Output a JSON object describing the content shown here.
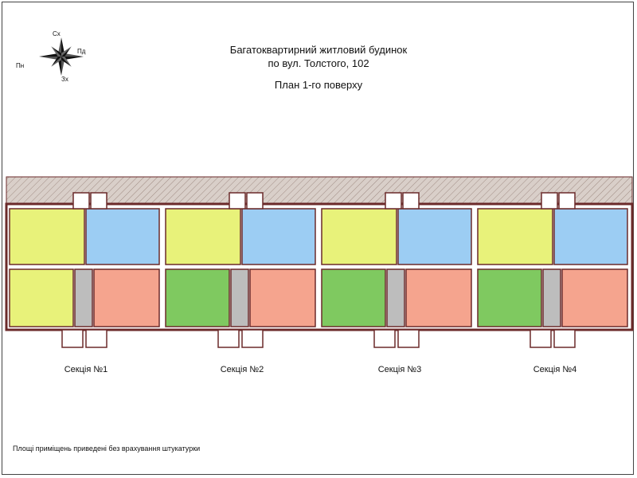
{
  "header": {
    "line1": "Багатоквартирний житловий будинок",
    "line2": "по вул. Толстого, 102",
    "floor": "План 1-го поверху"
  },
  "compass": {
    "north": "Пн",
    "east": "Сх",
    "south": "Пд",
    "west": "Зх"
  },
  "sections": [
    {
      "label": "Секція №1"
    },
    {
      "label": "Секція №2"
    },
    {
      "label": "Секція №3"
    },
    {
      "label": "Секція №4"
    }
  ],
  "footnote": "Площі приміщень приведені без врахування штукатурки",
  "colors": {
    "yellow": "#e8f27a",
    "blue": "#9ccdf3",
    "salmon": "#f5a48e",
    "green": "#7fc960",
    "gray": "#bdbdbd",
    "wall": "#6b2a2a"
  }
}
